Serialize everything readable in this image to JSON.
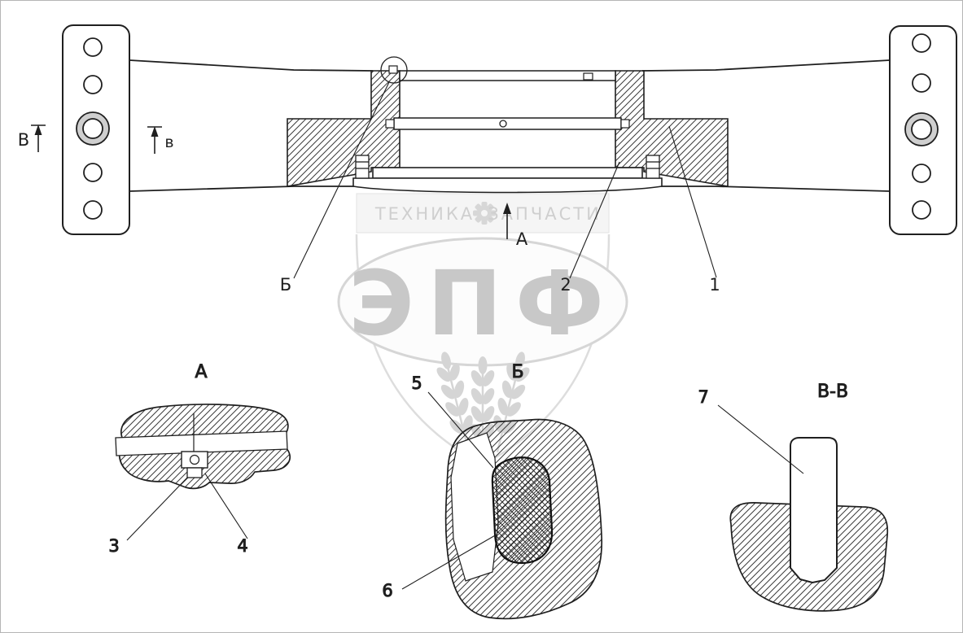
{
  "page": {
    "background_color": "#ffffff",
    "line_color": "#1f1f1f"
  },
  "watermark": {
    "banner_left": "ТЕХНИКА",
    "banner_right": "ЗАПЧАСТИ",
    "logo": "ЭПФ",
    "color": "#b0b0b0",
    "gear_icon": "gear"
  },
  "main_view": {
    "section_label_outer": "В",
    "section_label_inner": "в",
    "view_label": "А",
    "callout_b": "Б",
    "callout_2": "2",
    "callout_1": "1"
  },
  "detail_a": {
    "title": "А",
    "callout_3": "3",
    "callout_4": "4"
  },
  "detail_b": {
    "title": "Б",
    "callout_5": "5",
    "callout_6": "6"
  },
  "detail_vv": {
    "title": "В-В",
    "callout_7": "7"
  }
}
